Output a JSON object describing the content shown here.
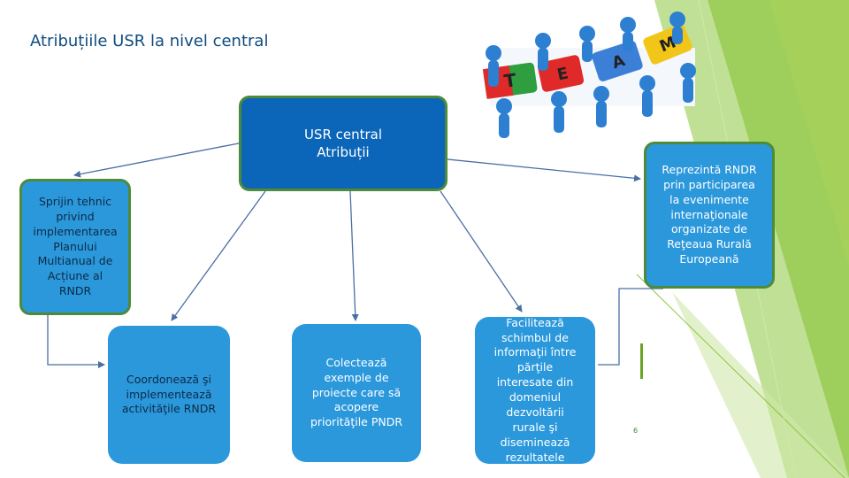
{
  "slide": {
    "title": "Atribuțiile USR la nivel central",
    "page_number": "6"
  },
  "diagram": {
    "center": "USR central\nAtribuții",
    "left": "Sprijin tehnic\nprivind\nimplementarea\nPlanului\nMultianual de\nAcțiune al\nRNDR",
    "right": "Reprezintă RNDR\nprin participarea\nla evenimente\ninternaţionale\norganizate de\nReţeaua Rurală\nEuropeană",
    "bottom": [
      "Coordonează şi\nimplementează\nactivităţile RNDR",
      "Colectează\nexemple de\nproiecte care să\nacopere\npriorităţile PNDR",
      "Facilitează\nschimbul de\ninformaţii între\npărţile\ninteresate din\ndomeniul\ndezvoltării\nrurale şi\ndiseminează\nrezultatele"
    ]
  },
  "image": {
    "team_letters": [
      "T",
      "E",
      "A",
      "M"
    ]
  },
  "colors": {
    "center_fill": "#0b65b8",
    "box_fill": "#2b98dc",
    "border": "#4d8a3a",
    "title": "#0f4c81",
    "accent_green": "#8dc63f"
  }
}
